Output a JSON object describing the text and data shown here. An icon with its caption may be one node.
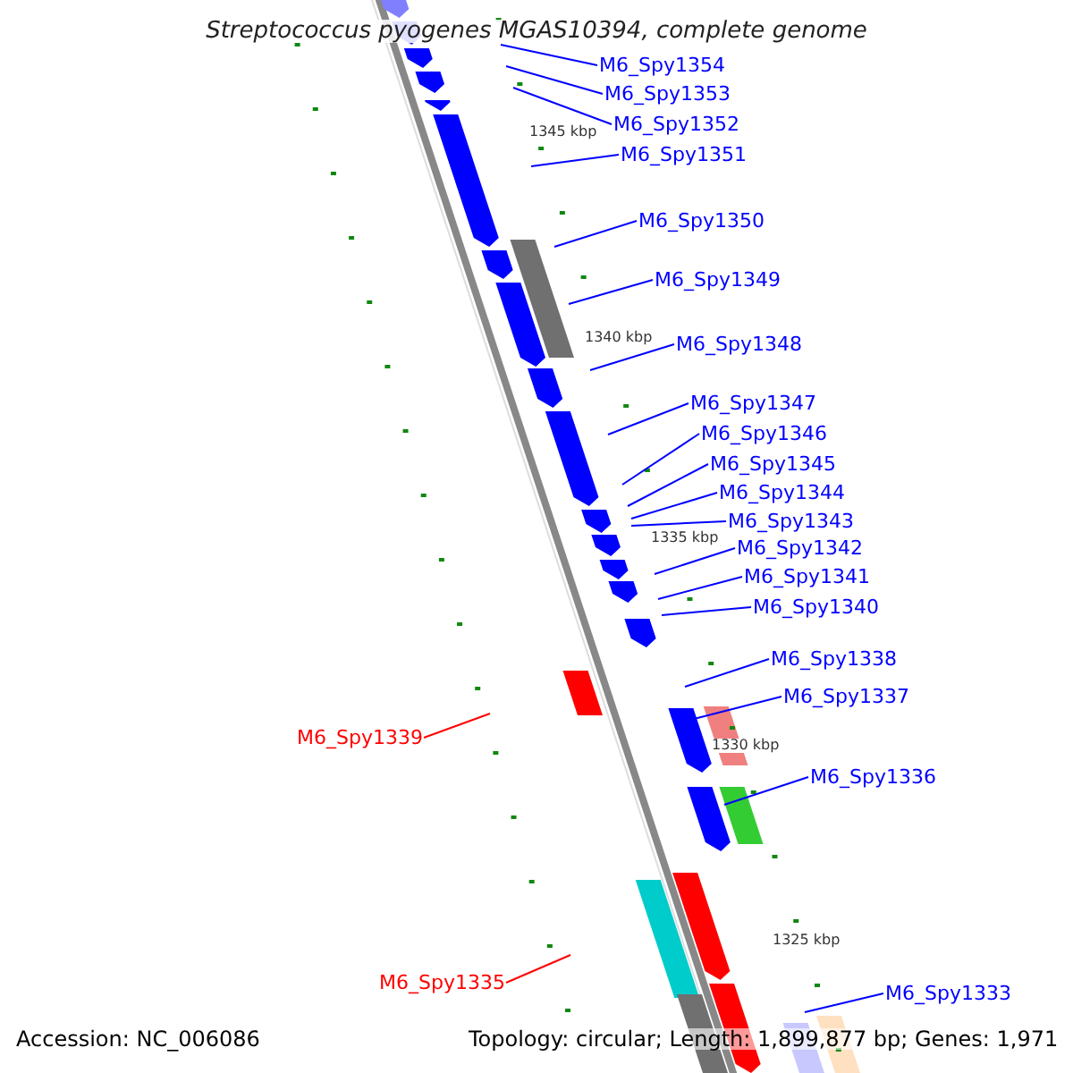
{
  "diagram": {
    "title": "Streptococcus pyogenes MGAS10394, complete genome",
    "nodes": [
      {
        "text": [
          "M6_Spy1354"
        ]
      },
      {
        "text": [
          "M6_Spy1353"
        ]
      },
      {
        "text": [
          "M6_Spy1352"
        ]
      },
      {
        "text": [
          "M6_Spy1351"
        ]
      },
      {
        "text": [
          "M6_Spy1350"
        ]
      },
      {
        "text": [
          "M6_Spy1349"
        ]
      },
      {
        "text": [
          "M6_Spy1348"
        ]
      },
      {
        "text": [
          "M6_Spy1347"
        ]
      },
      {
        "text": [
          "M6_Spy1346"
        ]
      },
      {
        "text": [
          "M6_Spy1345"
        ]
      },
      {
        "text": [
          "M6_Spy1344"
        ]
      },
      {
        "text": [
          "M6_Spy1343"
        ]
      },
      {
        "text": [
          "M6_Spy1342"
        ]
      },
      {
        "text": [
          "M6_Spy1341"
        ]
      },
      {
        "text": [
          "M6_Spy1340"
        ]
      },
      {
        "text": [
          "M6_Spy1338"
        ]
      },
      {
        "text": [
          "M6_Spy1337"
        ]
      },
      {
        "text": [
          "M6_Spy1339"
        ]
      },
      {
        "text": [
          "M6_Spy1336"
        ]
      },
      {
        "text": [
          "M6_Spy1335"
        ]
      },
      {
        "text": [
          "M6_Spy1333"
        ]
      }
    ],
    "edges": [
      {
        "from": 0,
        "to": null,
        "arrow": "none"
      },
      {
        "from": 1,
        "to": null,
        "arrow": "none"
      },
      {
        "from": 2,
        "to": null,
        "arrow": "none"
      },
      {
        "from": 3,
        "to": null,
        "arrow": "none"
      },
      {
        "from": 4,
        "to": null,
        "arrow": "none"
      },
      {
        "from": 5,
        "to": null,
        "arrow": "none"
      },
      {
        "from": 6,
        "to": null,
        "arrow": "none"
      },
      {
        "from": 7,
        "to": null,
        "arrow": "none"
      },
      {
        "from": 8,
        "to": null,
        "arrow": "none"
      },
      {
        "from": 9,
        "to": null,
        "arrow": "none"
      },
      {
        "from": 10,
        "to": null,
        "arrow": "none"
      },
      {
        "from": 11,
        "to": null,
        "arrow": "none"
      },
      {
        "from": 12,
        "to": null,
        "arrow": "none"
      },
      {
        "from": 13,
        "to": null,
        "arrow": "none"
      },
      {
        "from": 14,
        "to": null,
        "arrow": "none"
      },
      {
        "from": 15,
        "to": null,
        "arrow": "none"
      },
      {
        "from": 16,
        "to": null,
        "arrow": "none"
      },
      {
        "from": 17,
        "to": null,
        "arrow": "none",
        "color": "#ff0000"
      },
      {
        "from": 18,
        "to": null,
        "arrow": "none"
      },
      {
        "from": 19,
        "to": null,
        "arrow": "none",
        "color": "#ff0000"
      },
      {
        "from": 20,
        "to": null,
        "arrow": "none"
      }
    ],
    "labels": [
      "1345 kbp",
      "1340 kbp",
      "1335 kbp",
      "1330 kbp",
      "1325 kbp",
      "Accession: NC_006086",
      "Topology: circular; Length: 1,899,877 bp; Genes: 1,971"
    ]
  }
}
